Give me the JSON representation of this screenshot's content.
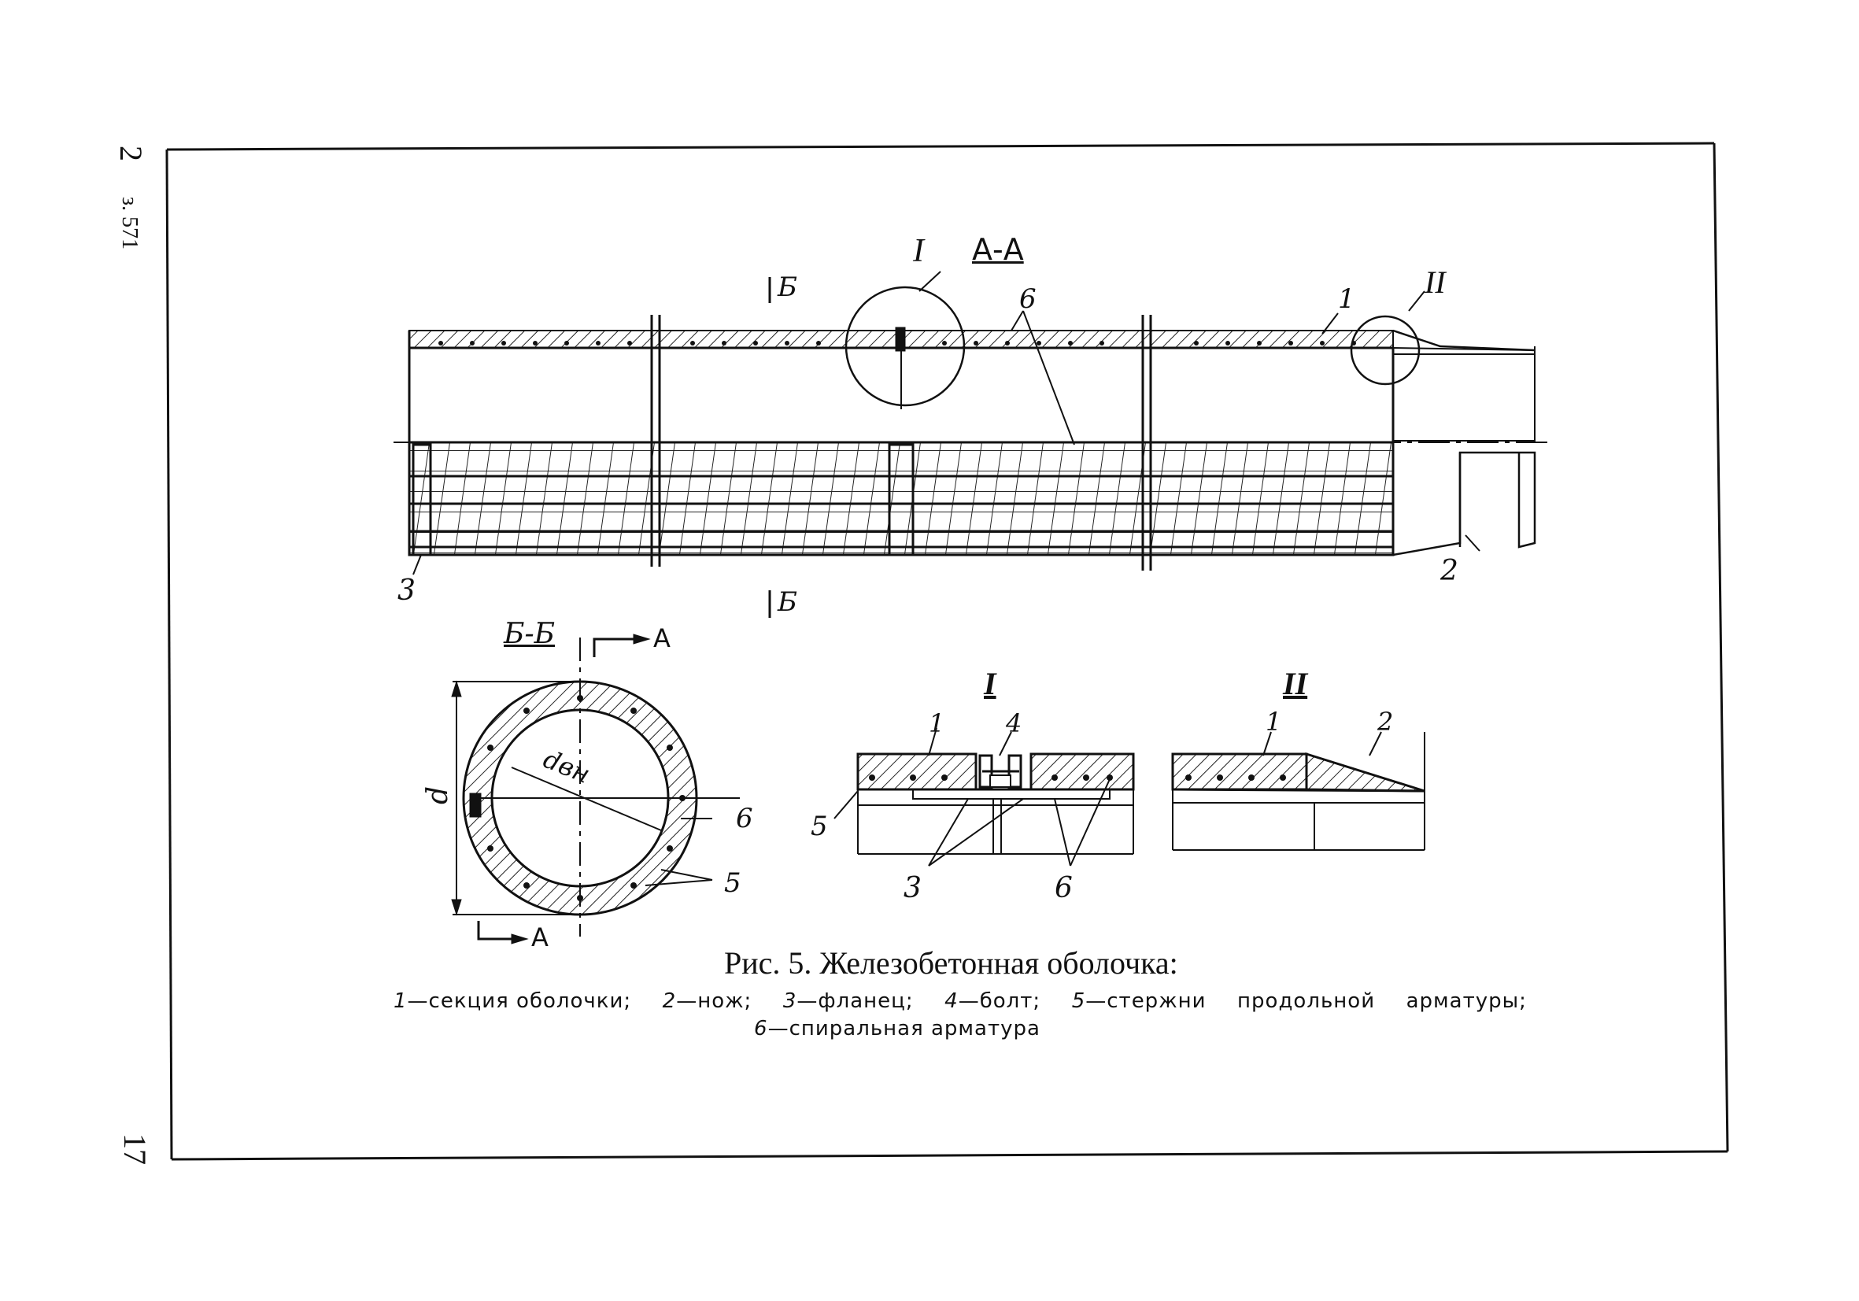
{
  "margin": {
    "page_top": "2",
    "order_code": "з. 571",
    "page_bottom": "17"
  },
  "labels": {
    "section_aa": "А-А",
    "detail_1": "I",
    "detail_2": "II",
    "cut_b_top": "Б",
    "cut_b_bottom": "Б",
    "section_bb": "Б-Б",
    "arrow_a_top": "А",
    "arrow_a_bottom": "А",
    "dim_d": "d",
    "dim_dvn": "dвн",
    "n1": "1",
    "n2": "2",
    "n3": "3",
    "n4": "4",
    "n5": "5",
    "n6": "6"
  },
  "caption": {
    "title": "Рис. 5. Железобетонная оболочка:",
    "legend_line1": [
      {
        "num": "1",
        "text": "—секция оболочки;"
      },
      {
        "num": "2",
        "text": "—нож;"
      },
      {
        "num": "3",
        "text": "—фланец;"
      },
      {
        "num": "4",
        "text": "—болт;"
      },
      {
        "num": "5",
        "text": "—стержни"
      },
      {
        "num": "",
        "text": "продольной"
      },
      {
        "num": "",
        "text": "арматуры;"
      }
    ],
    "legend_line2": {
      "num": "6",
      "text": "—спиральная арматура"
    }
  }
}
